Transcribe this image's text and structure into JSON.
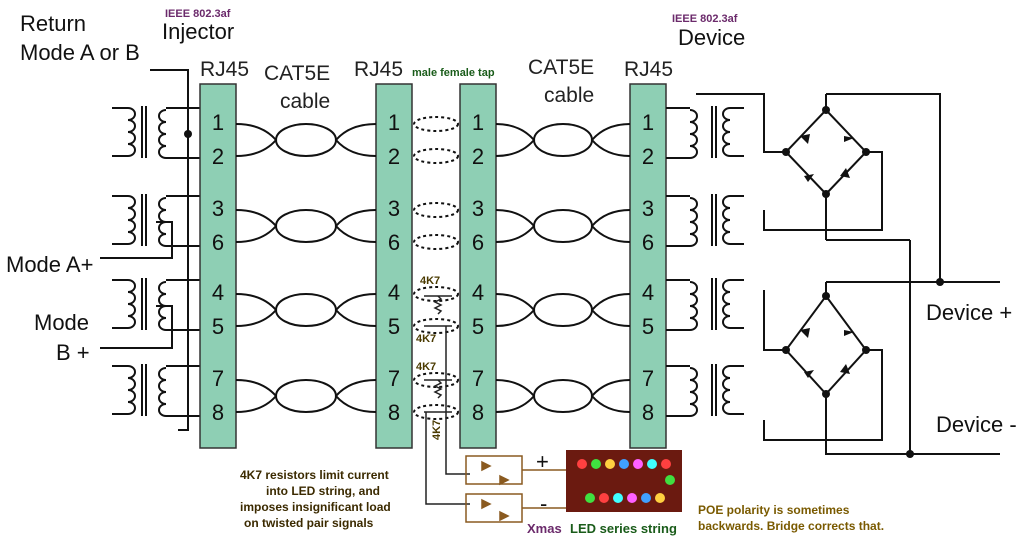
{
  "labels": {
    "return_line1": "Return",
    "return_line2": "Mode A or B",
    "injector_standard": "IEEE 802.3af",
    "injector": "Injector",
    "device_standard": "IEEE 802.3af",
    "device": "Device",
    "rj45_a": "RJ45",
    "rj45_b": "RJ45",
    "rj45_c": "RJ45",
    "cat5e_a_line1": "CAT5E",
    "cat5e_a_line2": "cable",
    "cat5e_b_line1": "CAT5E",
    "cat5e_b_line2": "cable",
    "tap": "male female tap",
    "mode_a_plus": "Mode A+",
    "mode_b_line1": "Mode",
    "mode_b_line2": "B +",
    "device_plus": "Device +",
    "device_minus": "Device -",
    "res_1": "4K7",
    "res_2": "4K7",
    "res_3": "4K7",
    "res_4": "4K7",
    "plus_sign": "+",
    "minus_sign": "-",
    "note_line1": "4K7  resistors limit current",
    "note_line2": "into LED string, and",
    "note_line3": "imposes insignificant load",
    "note_line4": "on twisted pair signals",
    "xmas_part1": "Xmas",
    "xmas_part2": "LED series string",
    "poe_line1": "POE polarity is sometimes",
    "poe_line2": "backwards. Bridge corrects that."
  },
  "pins": [
    "1",
    "2",
    "3",
    "6",
    "4",
    "5",
    "7",
    "8"
  ],
  "colors": {
    "connector_fill": "#8ecfb4",
    "wire": "#111111",
    "resistor_wire": "#222222",
    "led_board": "#6b1a10",
    "led_colors": [
      "#ff4040",
      "#40e040",
      "#ffd040",
      "#40a0ff",
      "#ff60ff",
      "#40ffff"
    ]
  }
}
